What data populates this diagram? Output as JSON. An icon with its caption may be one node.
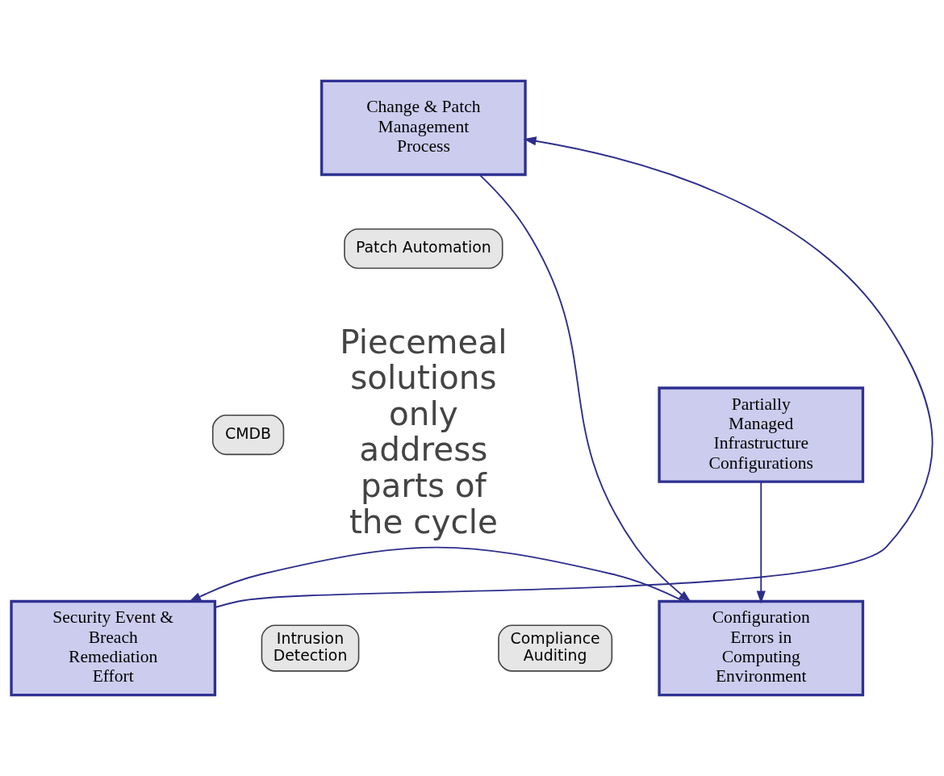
{
  "diagram": {
    "nodes": [
      {
        "text": [
          "Change & Patch Management Process"
        ]
      },
      {
        "text": [
          "Patch Automation"
        ]
      },
      {
        "text": [
          "CMDB"
        ]
      },
      {
        "text": [
          "Partially Managed Infrastructure Configurations"
        ]
      },
      {
        "text": [
          "Security Event & Breach Remediation Effort"
        ]
      },
      {
        "text": [
          "Intrusion Detection"
        ]
      },
      {
        "text": [
          "Configuration Errors in Computing Environment"
        ]
      },
      {
        "text": [
          "Compliance Auditing"
        ]
      }
    ],
    "edges": [
      {
        "from": 4,
        "to": 0,
        "arrow": "to"
      },
      {
        "from": 0,
        "to": 6,
        "arrow": "to"
      },
      {
        "from": 3,
        "to": 6,
        "arrow": "to"
      },
      {
        "from": 6,
        "to": 4,
        "arrow": "to"
      }
    ],
    "labels": [
      "Piecemeal solutions only address parts of the cycle"
    ]
  }
}
